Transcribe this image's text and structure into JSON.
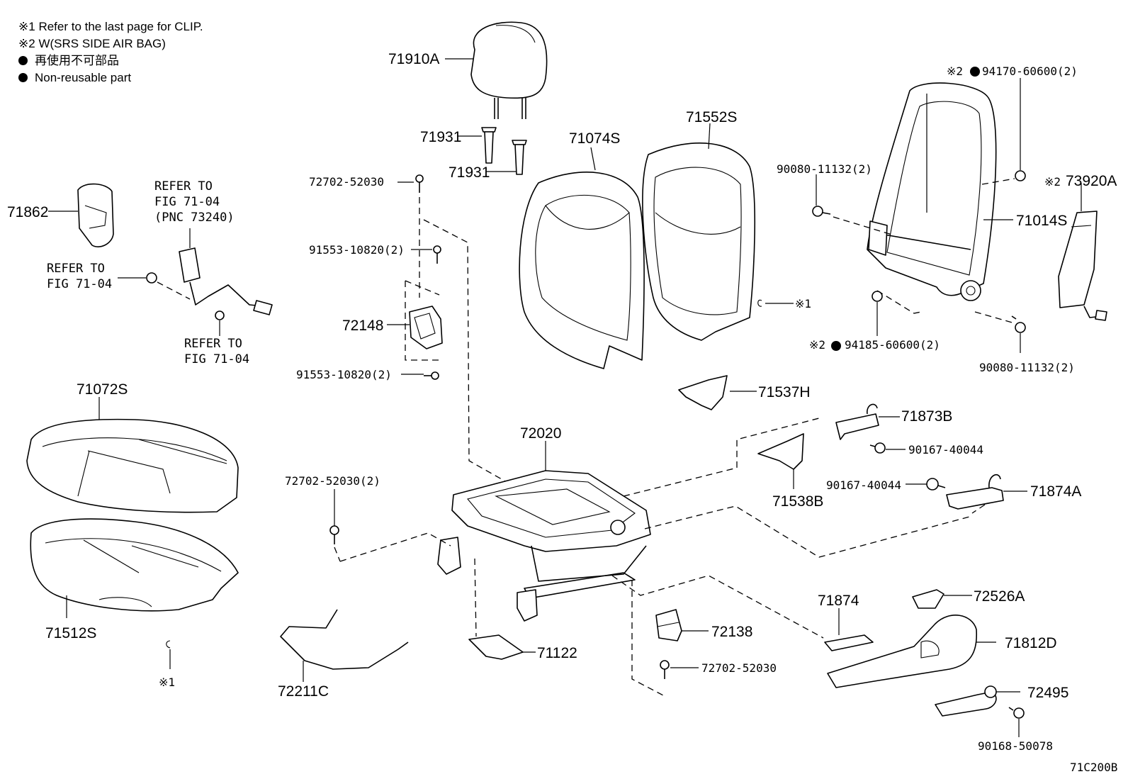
{
  "notes": [
    {
      "mark": "※1",
      "text": "Refer to the last page for CLIP."
    },
    {
      "mark": "※2",
      "text": "W(SRS SIDE AIR BAG)"
    },
    {
      "mark": "●",
      "text": "再使用不可部品"
    },
    {
      "mark": "●",
      "text": "Non-reusable part"
    }
  ],
  "figure_id": "71C200B",
  "parts": {
    "p71910A": "71910A",
    "p71931a": "71931",
    "p71931b": "71931",
    "p72702_52030_top": "72702-52030",
    "p91553_10820_a": "91553-10820(2)",
    "p72148": "72148",
    "p91553_10820_b": "91553-10820(2)",
    "p71862": "71862",
    "p71074S": "71074S",
    "p71552S": "71552S",
    "p94170_60600": "94170-60600(2)",
    "p90080_11132_a": "90080-11132(2)",
    "p73920A": "73920A",
    "p71014S": "71014S",
    "p94185_60600": "94185-60600(2)",
    "p90080_11132_b": "90080-11132(2)",
    "p71537H": "71537H",
    "p71873B": "71873B",
    "p90167_40044_a": "90167-40044",
    "p90167_40044_b": "90167-40044",
    "p71874A": "71874A",
    "p71538B": "71538B",
    "p72020": "72020",
    "p72702_52030_mid": "72702-52030(2)",
    "p71072S": "71072S",
    "p71512S": "71512S",
    "p72211C": "72211C",
    "p71122": "71122",
    "p72138": "72138",
    "p72702_52030_bot": "72702-52030",
    "p71874": "71874",
    "p72526A": "72526A",
    "p71812D": "71812D",
    "p72495": "72495",
    "p90168_50078": "90168-50078"
  },
  "marks": {
    "m1": "※1",
    "m2": "※2"
  },
  "refers": {
    "seatbelt_line1": "REFER TO",
    "seatbelt_line2": "FIG 71-04",
    "seatbelt_line3": "(PNC 73240)",
    "left_line1": "REFER TO",
    "left_line2": "FIG 71-04",
    "bottom_line1": "REFER TO",
    "bottom_line2": "FIG 71-04"
  }
}
